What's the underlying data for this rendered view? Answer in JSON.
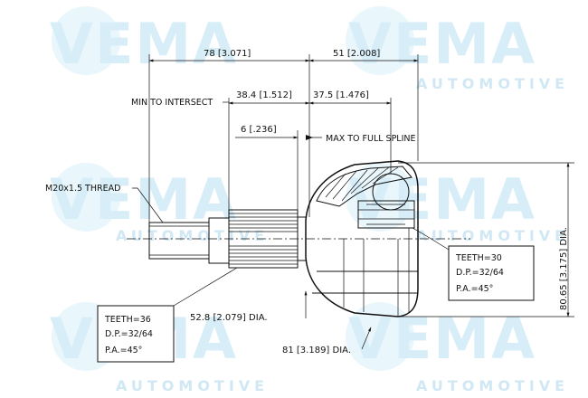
{
  "watermark": {
    "brand": "VEMA",
    "sub": "AUTOMOTIVE"
  },
  "dimensions": {
    "d78": "78 [3.071]",
    "d51": "51 [2.008]",
    "d384": "38.4 [1.512]",
    "d375": "37.5 [1.476]",
    "d6": "6 [.236]",
    "d528": "52.8 [2.079] DIA.",
    "d81": "81 [3.189] DIA.",
    "d8065": "80.65 [3.175] DIA."
  },
  "notes": {
    "min_intersect": "MIN TO INTERSECT",
    "max_spline": "MAX TO FULL SPLINE",
    "thread": "M20x1.5 THREAD"
  },
  "spec_inner": {
    "teeth": "TEETH=30",
    "dp": "D.P.=32/64",
    "pa": "P.A.=45°"
  },
  "spec_outer": {
    "teeth": "TEETH=36",
    "dp": "D.P.=32/64",
    "pa": "P.A.=45°"
  }
}
